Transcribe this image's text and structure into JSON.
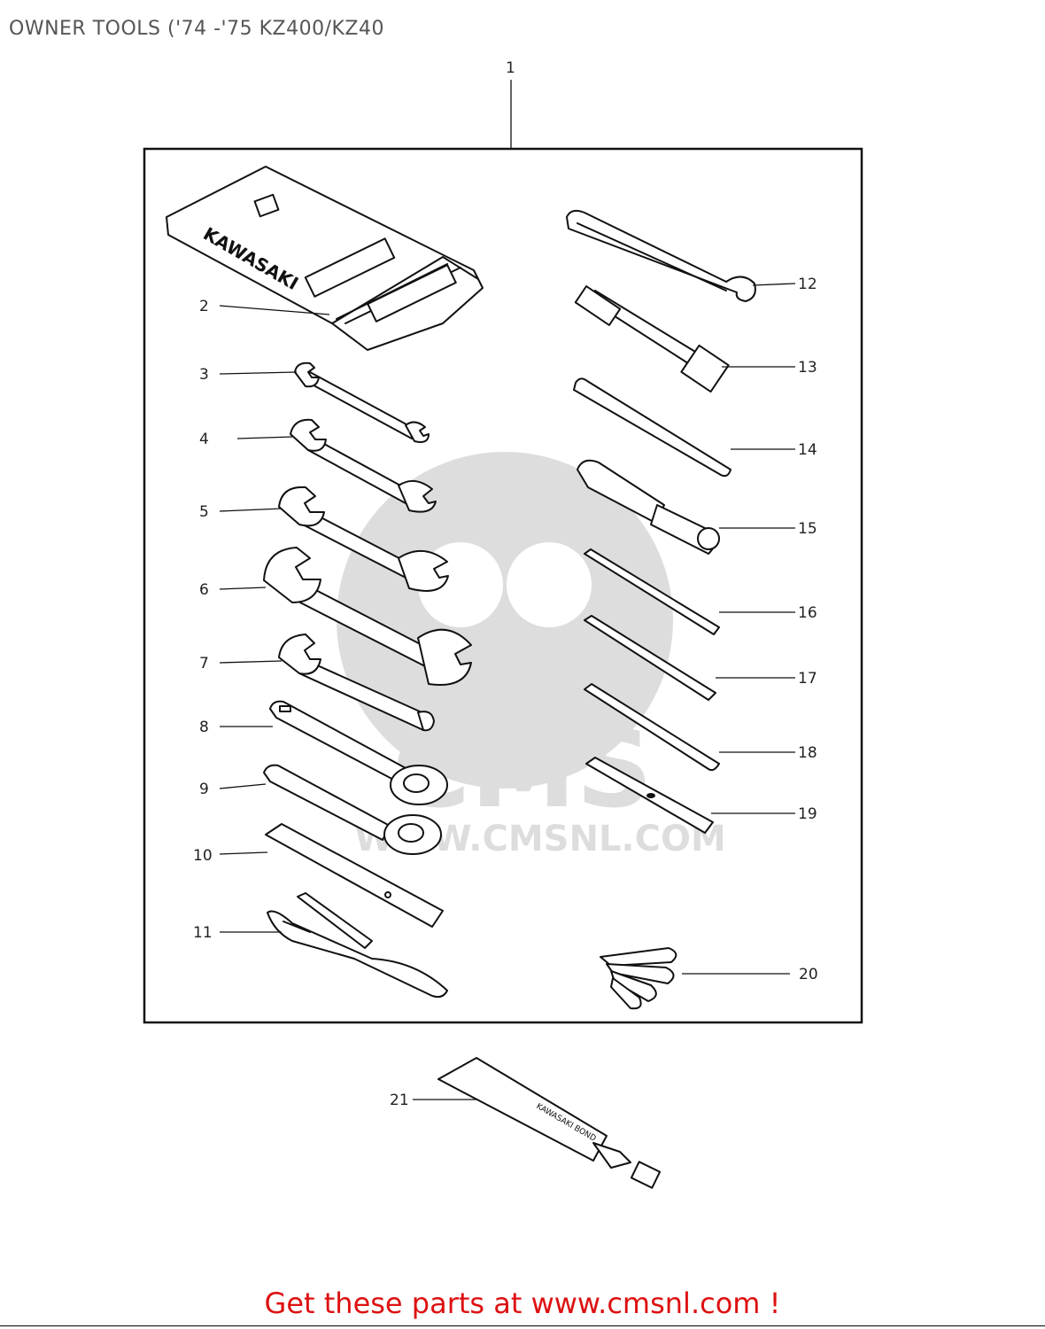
{
  "page": {
    "title": "OWNER TOOLS ('74 -'75 KZ400/KZ40",
    "cta": "Get these parts at www.cmsnl.com !"
  },
  "watermark": {
    "brand": "CMS",
    "url": "WWW.CMSNL.COM"
  },
  "bag": {
    "brand": "KAWASAKI"
  },
  "tube": {
    "label": "KAWASAKI BOND"
  },
  "callouts": {
    "c1": "1",
    "c2": "2",
    "c3": "3",
    "c4": "4",
    "c5": "5",
    "c6": "6",
    "c7": "7",
    "c8": "8",
    "c9": "9",
    "c10": "10",
    "c11": "11",
    "c12": "12",
    "c13": "13",
    "c14": "14",
    "c15": "15",
    "c16": "16",
    "c17": "17",
    "c18": "18",
    "c19": "19",
    "c20": "20",
    "c21": "21"
  }
}
